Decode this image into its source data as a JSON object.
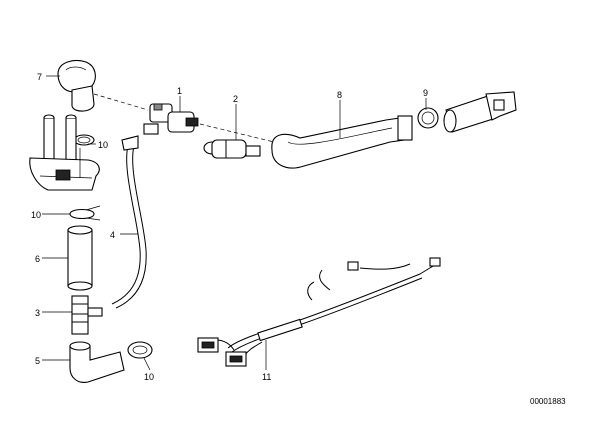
{
  "diagram": {
    "callouts": [
      "7",
      "1",
      "2",
      "8",
      "9",
      "10",
      "10",
      "6",
      "3",
      "5",
      "4",
      "10",
      "11"
    ],
    "reference": "00001883"
  }
}
